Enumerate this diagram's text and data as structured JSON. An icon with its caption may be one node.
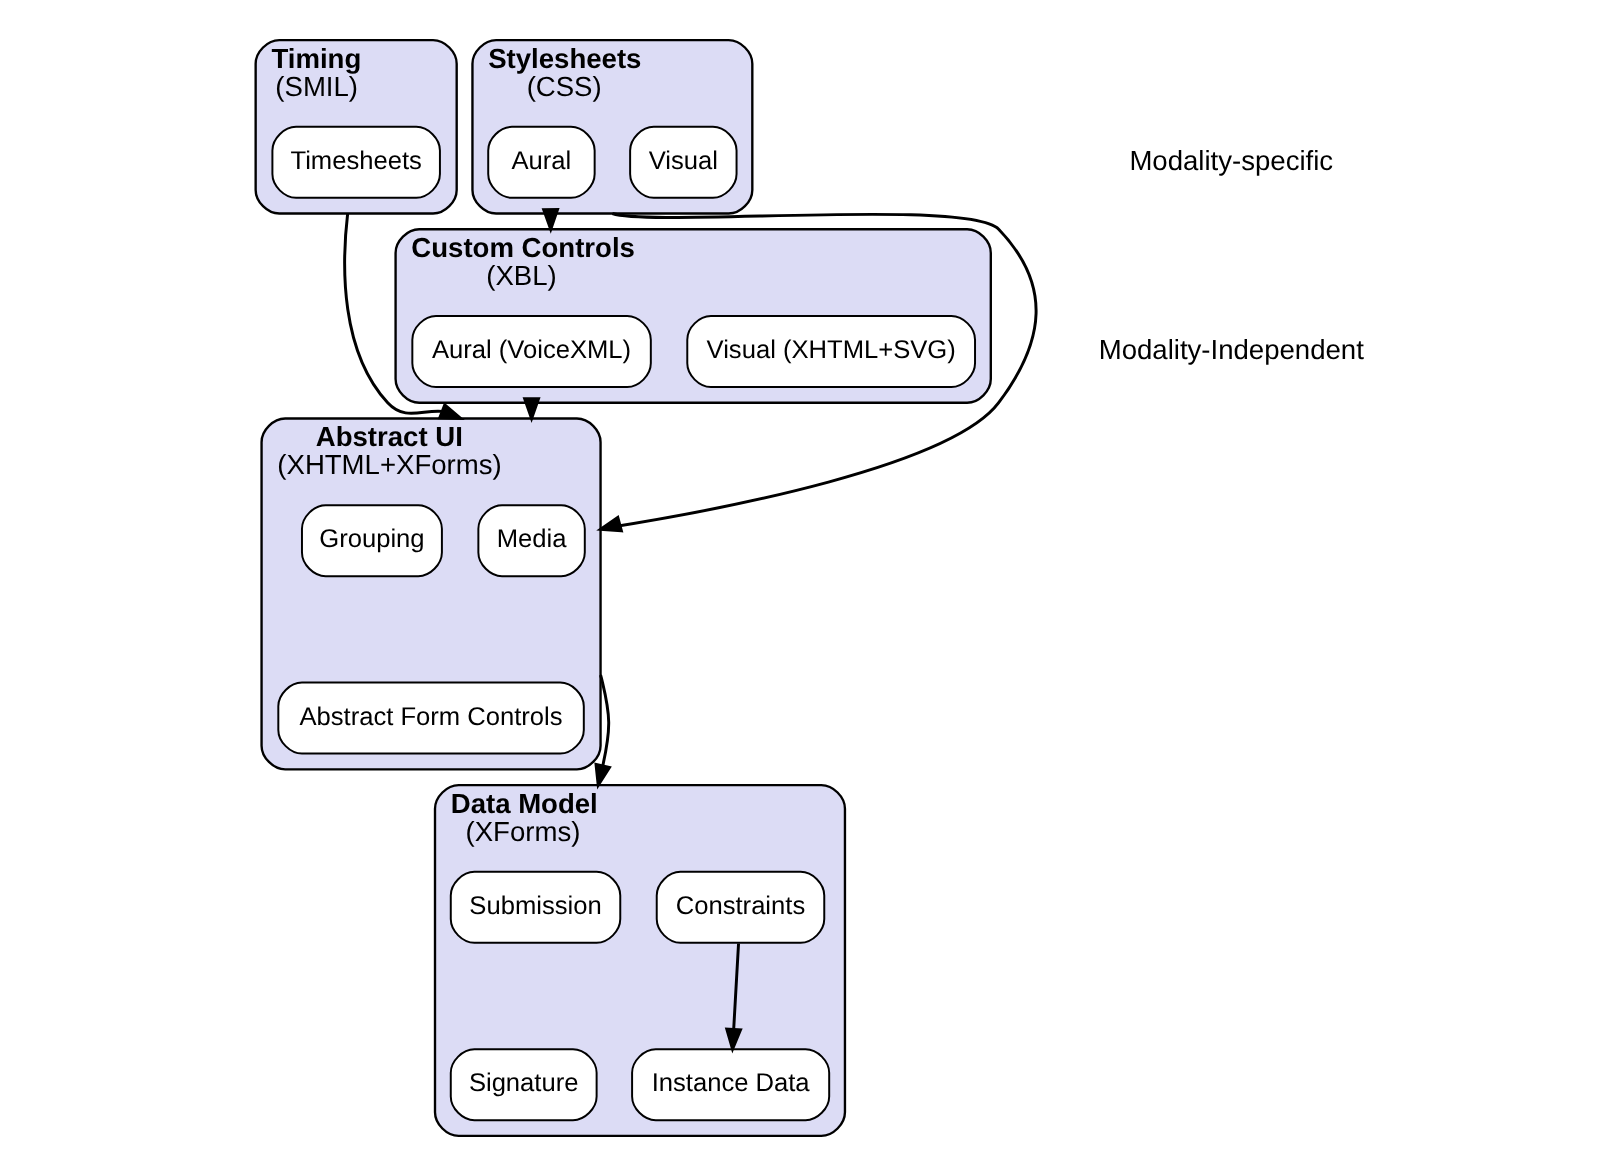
{
  "diagram": {
    "nodes": [
      {
        "text": [
          "Timing",
          "(SMIL)"
        ]
      },
      {
        "text": [
          "Timesheets"
        ],
        "in": 0
      },
      {
        "text": [
          "Stylesheets",
          "(CSS)"
        ]
      },
      {
        "text": [
          "Aural"
        ],
        "in": 2
      },
      {
        "text": [
          "Visual"
        ],
        "in": 2
      },
      {
        "text": [
          "Custom Controls",
          "(XBL)"
        ]
      },
      {
        "text": [
          "Aural (VoiceXML)"
        ],
        "in": 5
      },
      {
        "text": [
          "Visual (XHTML+SVG)"
        ],
        "in": 5
      },
      {
        "text": [
          "Abstract UI",
          "(XHTML+XForms)"
        ]
      },
      {
        "text": [
          "Media"
        ],
        "in": 8
      },
      {
        "text": [
          "Grouping"
        ],
        "in": 8
      },
      {
        "text": [
          "Abstract Form Controls"
        ],
        "in": 8
      },
      {
        "text": [
          "Data Model",
          "(XForms)"
        ]
      },
      {
        "text": [
          "Submission"
        ],
        "in": 12
      },
      {
        "text": [
          "Constraints"
        ],
        "in": 12
      },
      {
        "text": [
          "Signature"
        ],
        "in": 12
      },
      {
        "text": [
          "Instance Data"
        ],
        "in": 12
      }
    ],
    "edges": [
      {
        "from": 0,
        "to": 8,
        "arrow": "to"
      },
      {
        "from": 2,
        "to": 5,
        "arrow": "to"
      },
      {
        "from": 2,
        "to": 8,
        "arrow": "to"
      },
      {
        "from": 5,
        "to": 8,
        "arrow": "to"
      },
      {
        "from": 8,
        "to": 12,
        "arrow": "to"
      },
      {
        "from": 14,
        "to": 16,
        "arrow": "to"
      }
    ],
    "labels": [
      "Modality-specific",
      "Modality-Independent"
    ]
  }
}
